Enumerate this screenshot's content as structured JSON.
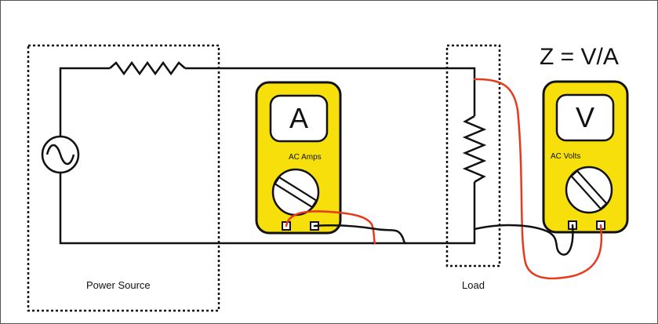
{
  "formula": "Z = V/A",
  "source_label": "Power Source",
  "load_label": "Load",
  "ammeter": {
    "display": "A",
    "dial_label": "AC Amps"
  },
  "voltmeter": {
    "display": "V",
    "dial_label": "AC Volts"
  },
  "colors": {
    "meter_body": "#f7df0c",
    "probe_red": "#e8391d",
    "probe_black": "#111111",
    "wire": "#111111"
  }
}
